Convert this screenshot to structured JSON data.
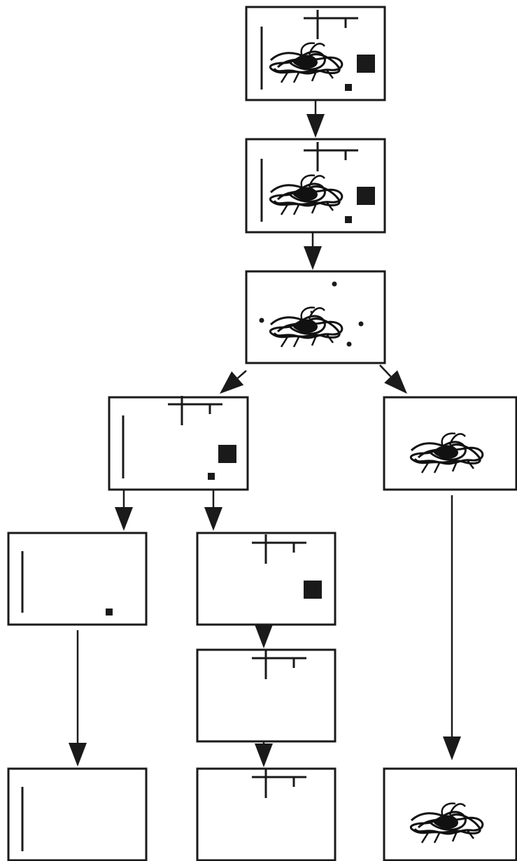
{
  "diagram": {
    "type": "flow-diagram",
    "colors": {
      "ink": "#1a1a1a",
      "background": "#ffffff"
    },
    "panels": [
      {
        "id": "panel-1",
        "contents": [
          "vertical-bar",
          "cross-line",
          "scribble",
          "big-square",
          "small-square"
        ]
      },
      {
        "id": "panel-2",
        "contents": [
          "vertical-bar",
          "cross-line",
          "scribble",
          "big-square",
          "small-square"
        ]
      },
      {
        "id": "panel-3",
        "contents": [
          "scribble",
          "dots"
        ]
      },
      {
        "id": "panel-4",
        "contents": [
          "vertical-bar",
          "cross-line",
          "big-square",
          "small-square"
        ]
      },
      {
        "id": "panel-5",
        "contents": [
          "scribble"
        ]
      },
      {
        "id": "panel-6",
        "contents": [
          "vertical-bar",
          "small-square"
        ]
      },
      {
        "id": "panel-7",
        "contents": [
          "cross-line",
          "big-square"
        ]
      },
      {
        "id": "panel-8",
        "contents": [
          "cross-line"
        ]
      },
      {
        "id": "panel-9",
        "contents": [
          "vertical-bar"
        ]
      },
      {
        "id": "panel-10",
        "contents": [
          "cross-line"
        ]
      },
      {
        "id": "panel-11",
        "contents": [
          "scribble"
        ]
      }
    ],
    "connections": [
      {
        "from": "panel-1",
        "to": "panel-2"
      },
      {
        "from": "panel-2",
        "to": "panel-3"
      },
      {
        "from": "panel-3",
        "to": "panel-4"
      },
      {
        "from": "panel-3",
        "to": "panel-5"
      },
      {
        "from": "panel-4",
        "to": "panel-6"
      },
      {
        "from": "panel-4",
        "to": "panel-7"
      },
      {
        "from": "panel-7",
        "to": "panel-8"
      },
      {
        "from": "panel-8",
        "to": "panel-10"
      },
      {
        "from": "panel-6",
        "to": "panel-9"
      },
      {
        "from": "panel-5",
        "to": "panel-11"
      }
    ]
  }
}
